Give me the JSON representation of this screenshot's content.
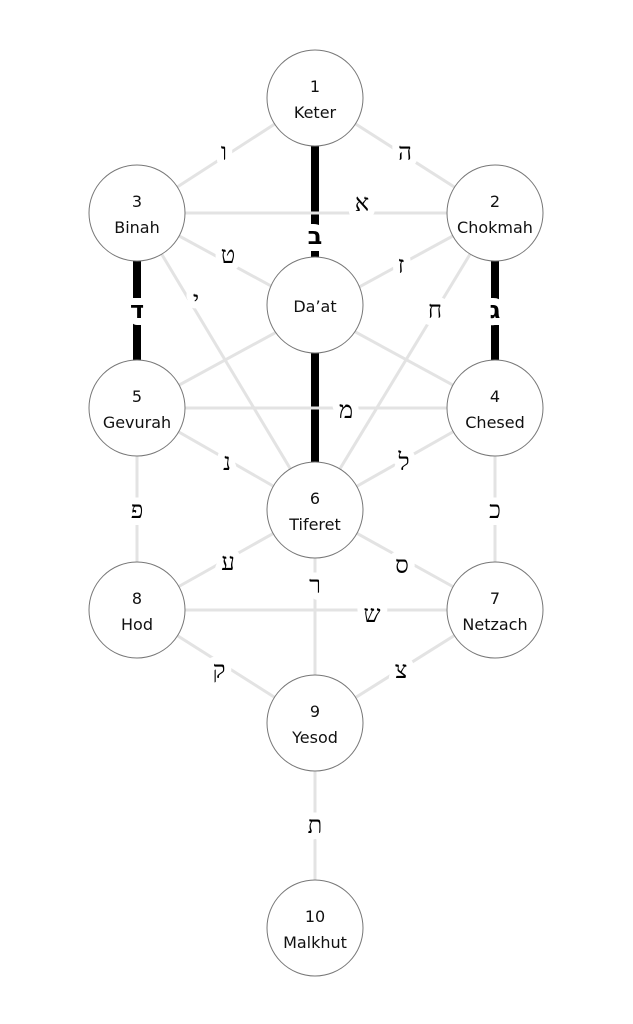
{
  "sephirot": [
    {
      "id": "keter",
      "number": "1",
      "name": "Keter"
    },
    {
      "id": "chokmah",
      "number": "2",
      "name": "Chokmah"
    },
    {
      "id": "binah",
      "number": "3",
      "name": "Binah"
    },
    {
      "id": "daat",
      "number": "",
      "name": "Da’at"
    },
    {
      "id": "chesed",
      "number": "4",
      "name": "Chesed"
    },
    {
      "id": "gevurah",
      "number": "5",
      "name": "Gevurah"
    },
    {
      "id": "tiferet",
      "number": "6",
      "name": "Tiferet"
    },
    {
      "id": "netzach",
      "number": "7",
      "name": "Netzach"
    },
    {
      "id": "hod",
      "number": "8",
      "name": "Hod"
    },
    {
      "id": "yesod",
      "number": "9",
      "name": "Yesod"
    },
    {
      "id": "malkhut",
      "number": "10",
      "name": "Malkhut"
    }
  ],
  "paths": [
    {
      "from": "keter",
      "to": "binah",
      "letter": "ו"
    },
    {
      "from": "keter",
      "to": "chokmah",
      "letter": "ה"
    },
    {
      "from": "keter",
      "to": "daat",
      "letter": "ב",
      "bold": true
    },
    {
      "from": "binah",
      "to": "chokmah",
      "letter": "א"
    },
    {
      "from": "binah",
      "to": "chesed",
      "letter": "ט"
    },
    {
      "from": "chokmah",
      "to": "gevurah",
      "letter": "ז"
    },
    {
      "from": "binah",
      "to": "tiferet",
      "letter": "י"
    },
    {
      "from": "chokmah",
      "to": "tiferet",
      "letter": "ח"
    },
    {
      "from": "binah",
      "to": "gevurah",
      "letter": "ד",
      "bold": true
    },
    {
      "from": "chokmah",
      "to": "chesed",
      "letter": "ג",
      "bold": true
    },
    {
      "from": "daat",
      "to": "tiferet",
      "letter": "",
      "bold": true
    },
    {
      "from": "gevurah",
      "to": "chesed",
      "letter": "מ"
    },
    {
      "from": "gevurah",
      "to": "tiferet",
      "letter": "נ"
    },
    {
      "from": "chesed",
      "to": "tiferet",
      "letter": "ל"
    },
    {
      "from": "gevurah",
      "to": "hod",
      "letter": "פ"
    },
    {
      "from": "chesed",
      "to": "netzach",
      "letter": "כ"
    },
    {
      "from": "tiferet",
      "to": "hod",
      "letter": "ע"
    },
    {
      "from": "tiferet",
      "to": "netzach",
      "letter": "ס"
    },
    {
      "from": "tiferet",
      "to": "yesod",
      "letter": "ר"
    },
    {
      "from": "hod",
      "to": "netzach",
      "letter": "ש"
    },
    {
      "from": "hod",
      "to": "yesod",
      "letter": "ק"
    },
    {
      "from": "netzach",
      "to": "yesod",
      "letter": "צ"
    },
    {
      "from": "yesod",
      "to": "malkhut",
      "letter": "ת"
    }
  ]
}
